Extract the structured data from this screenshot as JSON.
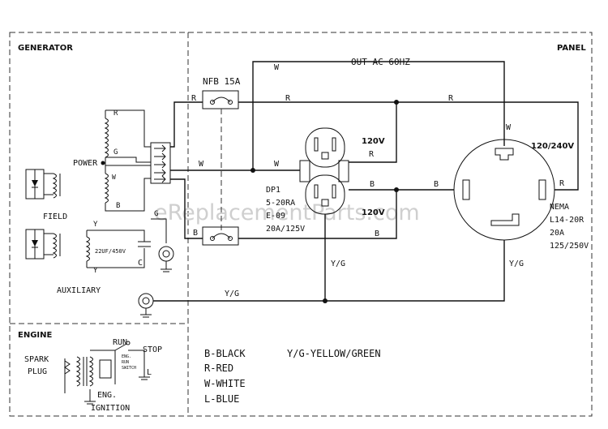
{
  "sections": {
    "generator": "GENERATOR",
    "panel": "PANEL",
    "engine": "ENGINE"
  },
  "labels": {
    "out_ac": "OUT  AC  60HZ",
    "nfb": "NFB  15A",
    "power": "POWER",
    "field": "FIELD",
    "auxiliary": "AUXILIARY",
    "capacitor": "22UF/450V",
    "cap_c": "C",
    "v120_top": "120V",
    "v120_bottom": "120V",
    "v120_240": "120/240V",
    "dp1": "DP1",
    "dp1_model": "5-20RA",
    "dp1_code": "E-09",
    "dp1_rating": "20A/125V",
    "nema": "NEMA",
    "nema_model": "L14-20R",
    "nema_amp": "20A",
    "nema_volt": "125/250V",
    "spark": "SPARK",
    "plug": "PLUG",
    "run": "RUN",
    "stop": "STOP",
    "eng": "ENG.",
    "ignition": "IGNITION",
    "switch_l1": "ENG.",
    "switch_l2": "RUN",
    "switch_l3": "SWITCH",
    "l": "L"
  },
  "wires": {
    "r": "R",
    "w": "W",
    "b": "B",
    "g": "G",
    "y": "Y",
    "yg": "Y/G"
  },
  "legend": {
    "b": "B-BLACK",
    "r": "R-RED",
    "w": "W-WHITE",
    "l": "L-BLUE",
    "yg": "Y/G-YELLOW/GREEN"
  },
  "watermark": "eReplacementParts.com"
}
